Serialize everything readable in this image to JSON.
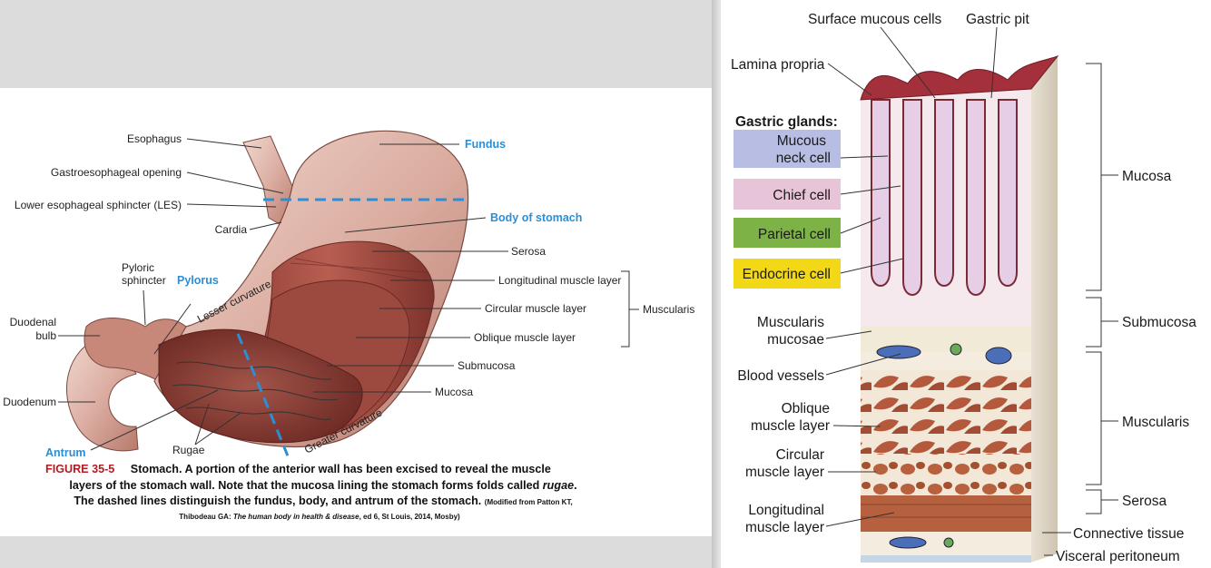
{
  "left": {
    "labels": {
      "esophagus": "Esophagus",
      "gastroesophageal": "Gastroesophageal opening",
      "les": "Lower esophageal sphincter (LES)",
      "cardia": "Cardia",
      "pyloric": "Pyloric",
      "sphincter": "sphincter",
      "duodenal": "Duodenal",
      "bulb": "bulb",
      "duodenum": "Duodenum",
      "rugae": "Rugae",
      "serosa": "Serosa",
      "longitudinal": "Longitudinal muscle layer",
      "circular": "Circular muscle layer",
      "oblique": "Oblique muscle layer",
      "submucosa": "Submucosa",
      "mucosa": "Mucosa",
      "muscularis": "Muscularis",
      "lesser": "Lesser curvature",
      "greater": "Greater curvature"
    },
    "regions": {
      "fundus": "Fundus",
      "body": "Body of stomach",
      "pylorus": "Pylorus",
      "antrum": "Antrum"
    },
    "caption": {
      "number": "FIGURE 35-5",
      "line1": "Stomach. A portion of the anterior wall has been excised to reveal the muscle",
      "line2a": "layers of the stomach wall. Note that the mucosa lining the stomach forms folds called ",
      "line2b": "rugae",
      "line2c": ".",
      "line3a": "The dashed lines distinguish the fundus, body, and antrum of the stomach.",
      "line3b": "(Modified from Patton KT,",
      "line4a": "Thibodeau GA: ",
      "line4b": "The human body in health & disease",
      "line4c": ", ed 6, St Louis, 2014, Mosby)"
    }
  },
  "right": {
    "labels": {
      "surface": "Surface mucous cells",
      "pit": "Gastric pit",
      "lamina": "Lamina propria",
      "glands": "Gastric glands:",
      "mucous1": "Mucous",
      "mucous2": "neck cell",
      "chief": "Chief cell",
      "parietal": "Parietal cell",
      "endocrine": "Endocrine cell",
      "mm1": "Muscularis",
      "mm2": "mucosae",
      "vessels": "Blood vessels",
      "obl1": "Oblique",
      "obl2": "muscle layer",
      "circ1": "Circular",
      "circ2": "muscle layer",
      "long1": "Longitudinal",
      "long2": "muscle layer",
      "mucosa": "Mucosa",
      "submucosa": "Submucosa",
      "muscularis": "Muscularis",
      "serosa": "Serosa",
      "connective": "Connective tissue",
      "visceral": "Visceral peritoneum"
    },
    "colors": {
      "mucous": "#b7bde3",
      "chief": "#e8c4d8",
      "parietal": "#7db246",
      "endocrine": "#f2d816"
    }
  }
}
